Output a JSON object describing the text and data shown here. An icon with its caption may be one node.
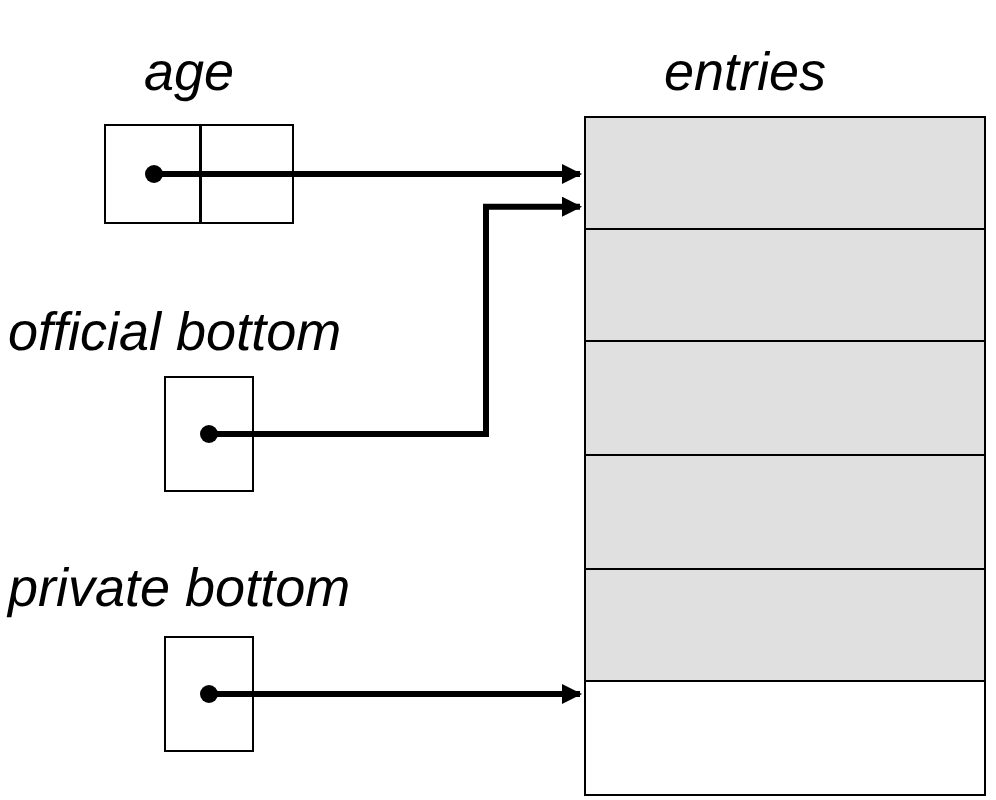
{
  "diagram": {
    "nodes": [
      {
        "text": [
          "age"
        ]
      },
      {
        "text": [
          "official bottom"
        ]
      },
      {
        "text": [
          "private bottom"
        ]
      },
      {
        "text": [
          "entries"
        ]
      },
      {
        "text": [],
        "shape": "box",
        "in": 3
      },
      {
        "text": [],
        "shape": "box",
        "in": 3
      },
      {
        "text": [],
        "shape": "box",
        "in": 3
      },
      {
        "text": [],
        "shape": "box",
        "in": 3
      },
      {
        "text": [],
        "shape": "box",
        "in": 3
      },
      {
        "text": [],
        "shape": "box",
        "in": 3
      }
    ],
    "edges": [
      {
        "from": 0,
        "to": 4,
        "arrow": "to"
      },
      {
        "from": 1,
        "to": 4,
        "arrow": "to"
      },
      {
        "from": 2,
        "to": 9,
        "arrow": "to"
      }
    ]
  }
}
